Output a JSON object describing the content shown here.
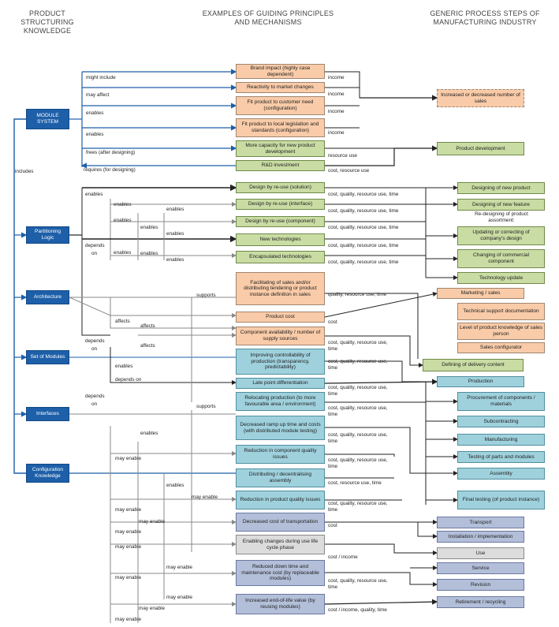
{
  "headers": {
    "left": "PRODUCT STRUCTURING KNOWLEDGE",
    "middle": "EXAMPLES OF GUIDING PRINCIPLES AND MECHANISMS",
    "right": "GENERIC PROCESS STEPS OF MANUFACTURING INDUSTRY"
  },
  "knowledge": [
    "MODULE SYSTEM",
    "Partitioning Logic",
    "Architecture",
    "Set of Modules",
    "Interfaces",
    "Configuration Knowledge"
  ],
  "includes_label": "includes",
  "principles": [
    "Brand impact (highly case dependent)",
    "Reactivity to market changes",
    "Fit product to customer need (configuration)",
    "Fit product to local legislation and standards (configuration)",
    "More capacity for new product development",
    "R&D investment",
    "Design by re-use (solution)",
    "Design by re-use (interface)",
    "Design by re-use (component)",
    "New technologies",
    "Encapsulated technologies",
    "Facilitating of sales and/or distributing tendering or product instance definition in sales",
    "Product cost",
    "Component availability / number of supply sources",
    "Improving controllability of production (transparency, predictability)",
    "Late point differentiation",
    "Relocating production (to more favourable area / environment)",
    "Decreased ramp up time and costs (with distributed module testing)",
    "Reduction in component quality issues",
    "Distributing / decentralising assembly",
    "Reduction in product quality issues",
    "Decreased cost of transportation",
    "Enabling changes during use life cycle phase",
    "Reduced down time and maintenance cost (by replaceable modules)",
    "Increased end-of-life value (by reusing modules)"
  ],
  "steps": [
    "Increased or decreased number of sales",
    "Product development",
    "Designing of new product",
    "Designing of new feature",
    "Re-designing of product assortment:",
    "Updating or correcting of company's design",
    "Changing of commercial component",
    "Technology update",
    "Marketing / sales",
    "Technical support documentation",
    "Level of product knowledge of sales person",
    "Sales configurator",
    "Defining of delivery content",
    "Production",
    "Procurement of components / materials",
    "Subcontracting",
    "Manufacturing",
    "Testing of parts and modules",
    "Assembly",
    "Final testing (of product instance)",
    "Transport",
    "Installation / implementation",
    "Use",
    "Service",
    "Revision",
    "Retirement / recycling"
  ],
  "relation_labels": [
    "might include",
    "may affect",
    "enables",
    "enables",
    "frees (after designing)",
    "requires (for designing)",
    "enables",
    "enables",
    "enables",
    "enables",
    "enables",
    "depends",
    "on",
    "enables",
    "enables",
    "enables",
    "enables",
    "supports",
    "affects",
    "affects",
    "depends",
    "on",
    "affects",
    "enables",
    "depends on",
    "depends",
    "on",
    "supports",
    "enables",
    "may enable",
    "enables",
    "may enable",
    "may enable",
    "may enable",
    "may enable",
    "may enable",
    "may enable",
    "may enable",
    "may enable",
    "may enable",
    "may enable"
  ],
  "impact_labels": [
    "income",
    "income",
    "income",
    "income",
    "resource use",
    "cost, resource use",
    "cost, quality, resource use, time",
    "cost, quality, resource use, time",
    "cost, quality, resource use, time",
    "cost, quality, resource use, time",
    "cost, quality, resource use, time",
    "quality, resource use, time",
    "cost",
    "cost, quality, resource use, time",
    "cost, quality, resource use, time",
    "cost, quality, resource use, time",
    "cost, quality, resource use, time",
    "cost, quality, resource use, time",
    "cost, quality, resource use, time",
    "cost, resource use, time",
    "cost, quality, resource use, time",
    "cost",
    "cost / income",
    "cost, quality, resource use, time",
    "cost / income, quality, time"
  ]
}
